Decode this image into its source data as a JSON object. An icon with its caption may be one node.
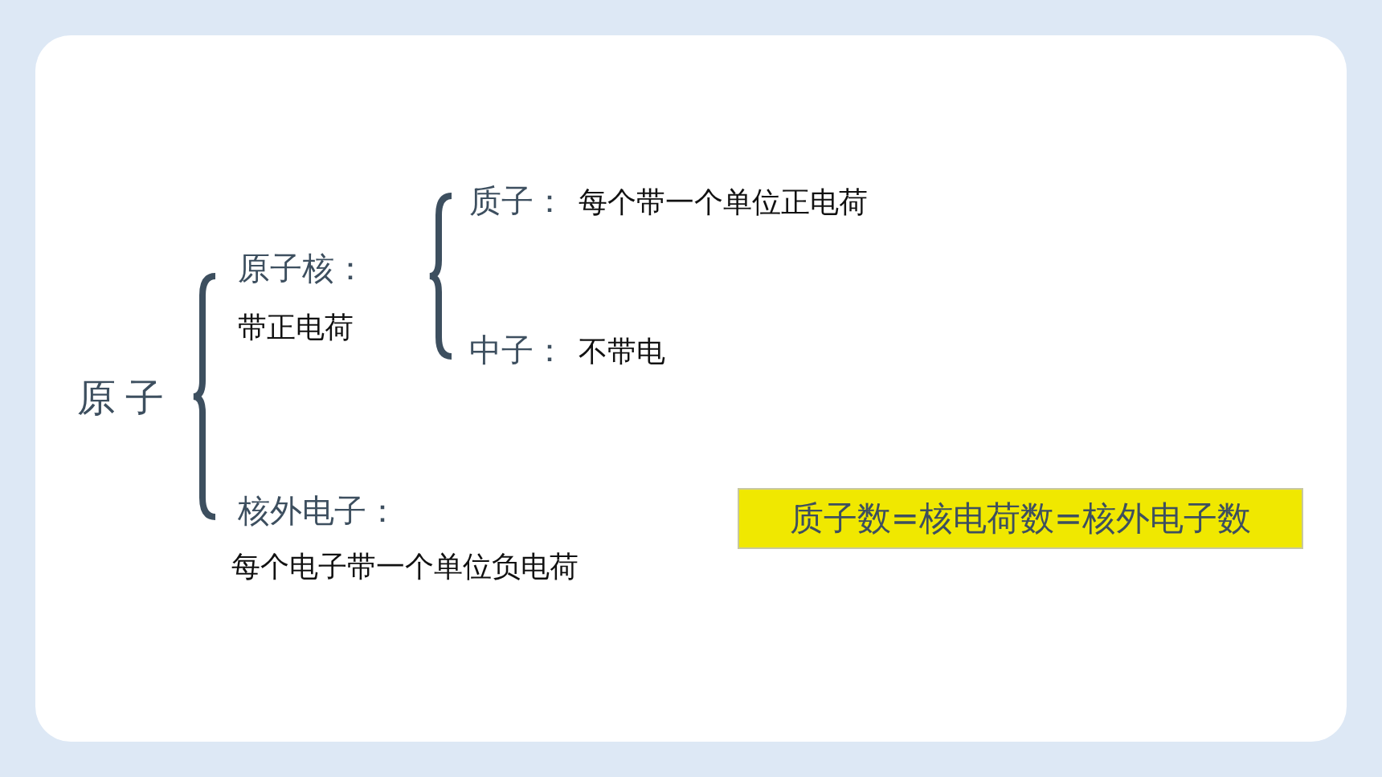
{
  "diagram": {
    "nodes": [
      {
        "text": [
          "质子数=核电荷数=核外电子数"
        ]
      }
    ],
    "labels": [
      "原子核：",
      "带正电荷",
      "质子：",
      "每个带一个单位正电荷",
      "原子",
      "中子：",
      "不带电",
      "核外电子：",
      "每个电子带一个单位负电荷"
    ]
  }
}
